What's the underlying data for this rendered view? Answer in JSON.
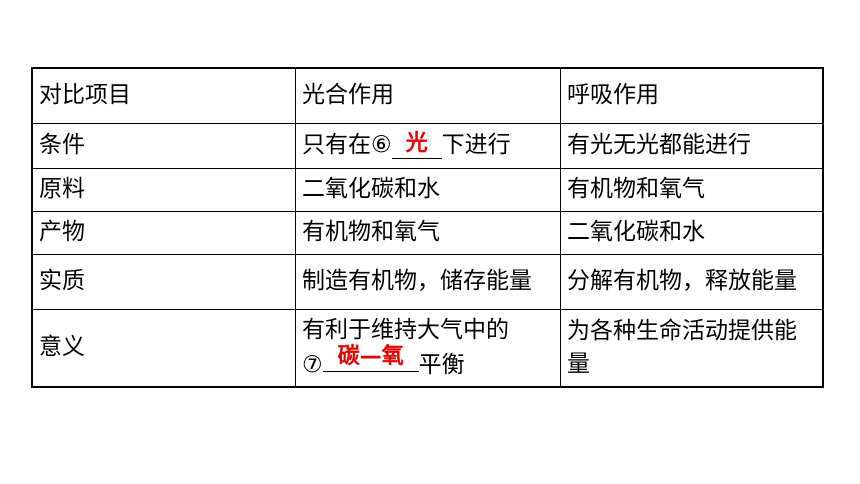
{
  "table": {
    "header": [
      "对比项目",
      "光合作用",
      "呼吸作用"
    ],
    "rows": [
      {
        "item": "条件",
        "photo_pre": "只有在⑥",
        "photo_answer": "光",
        "photo_post": "下进行",
        "resp": "有光无光都能进行"
      },
      {
        "item": "原料",
        "photo": "二氧化碳和水",
        "resp": "有机物和氧气"
      },
      {
        "item": "产物",
        "photo": "有机物和氧气",
        "resp": "二氧化碳和水"
      },
      {
        "item": "实质",
        "photo": "制造有机物，储存能量",
        "resp": "分解有机物，释放能量"
      },
      {
        "item": "意义",
        "photo_line1": "有利于维持大气中的",
        "photo_pre": "⑦",
        "photo_answer": "碳—氧",
        "photo_post": "平衡",
        "resp_line1": "为各种生命活动提供能",
        "resp_line2": "量"
      }
    ]
  }
}
